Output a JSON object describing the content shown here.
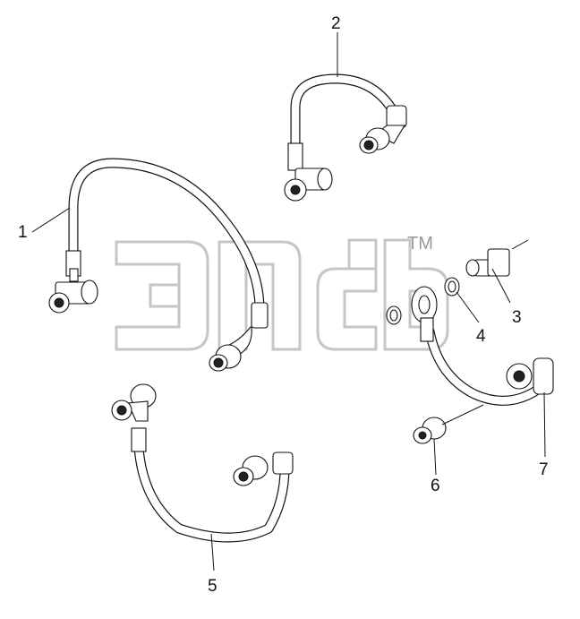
{
  "diagram": {
    "watermark": {
      "text": "ЭПСБ",
      "trademark": "TM"
    },
    "callouts": [
      "1",
      "2",
      "3",
      "4",
      "5",
      "6",
      "7"
    ]
  }
}
